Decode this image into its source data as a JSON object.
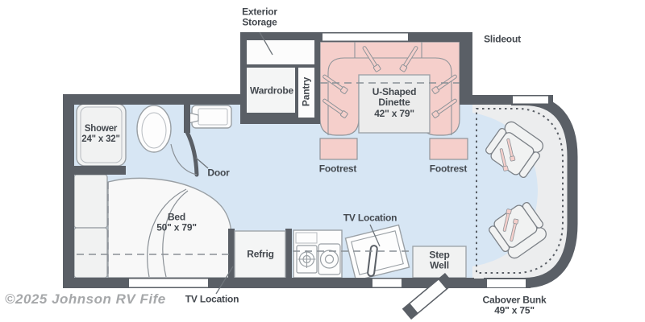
{
  "watermark": "©2025 Johnson RV Fife",
  "colors": {
    "wall": "#5a5f66",
    "floor_blue": "#d7e6f4",
    "dinette_pink": "#f5cfcb",
    "fixture_gray": "#f2f3f3",
    "cab_gray": "#ecedee",
    "label_text": "#43484e"
  },
  "rooms": {
    "exterior_storage": {
      "label": "Exterior Storage"
    },
    "slideout": {
      "label": "Slideout"
    },
    "wardrobe": {
      "label": "Wardrobe"
    },
    "pantry": {
      "label": "Pantry"
    },
    "dinette": {
      "label": "U-Shaped Dinette",
      "dims": "42\" x 79\""
    },
    "footrest_left": {
      "label": "Footrest"
    },
    "footrest_right": {
      "label": "Footrest"
    },
    "shower": {
      "label": "Shower",
      "dims": "24\" x 32\""
    },
    "door": {
      "label": "Door"
    },
    "bed": {
      "label": "Bed",
      "dims": "50\" x 79\""
    },
    "refrigerator": {
      "label": "Refrig"
    },
    "tv_kitchen": {
      "label": "TV Location"
    },
    "tv_bedroom": {
      "label": "TV Location"
    },
    "step_well": {
      "label": "Step Well"
    },
    "cabover_bunk": {
      "label": "Cabover Bunk",
      "dims": "49\" x 75\""
    }
  }
}
